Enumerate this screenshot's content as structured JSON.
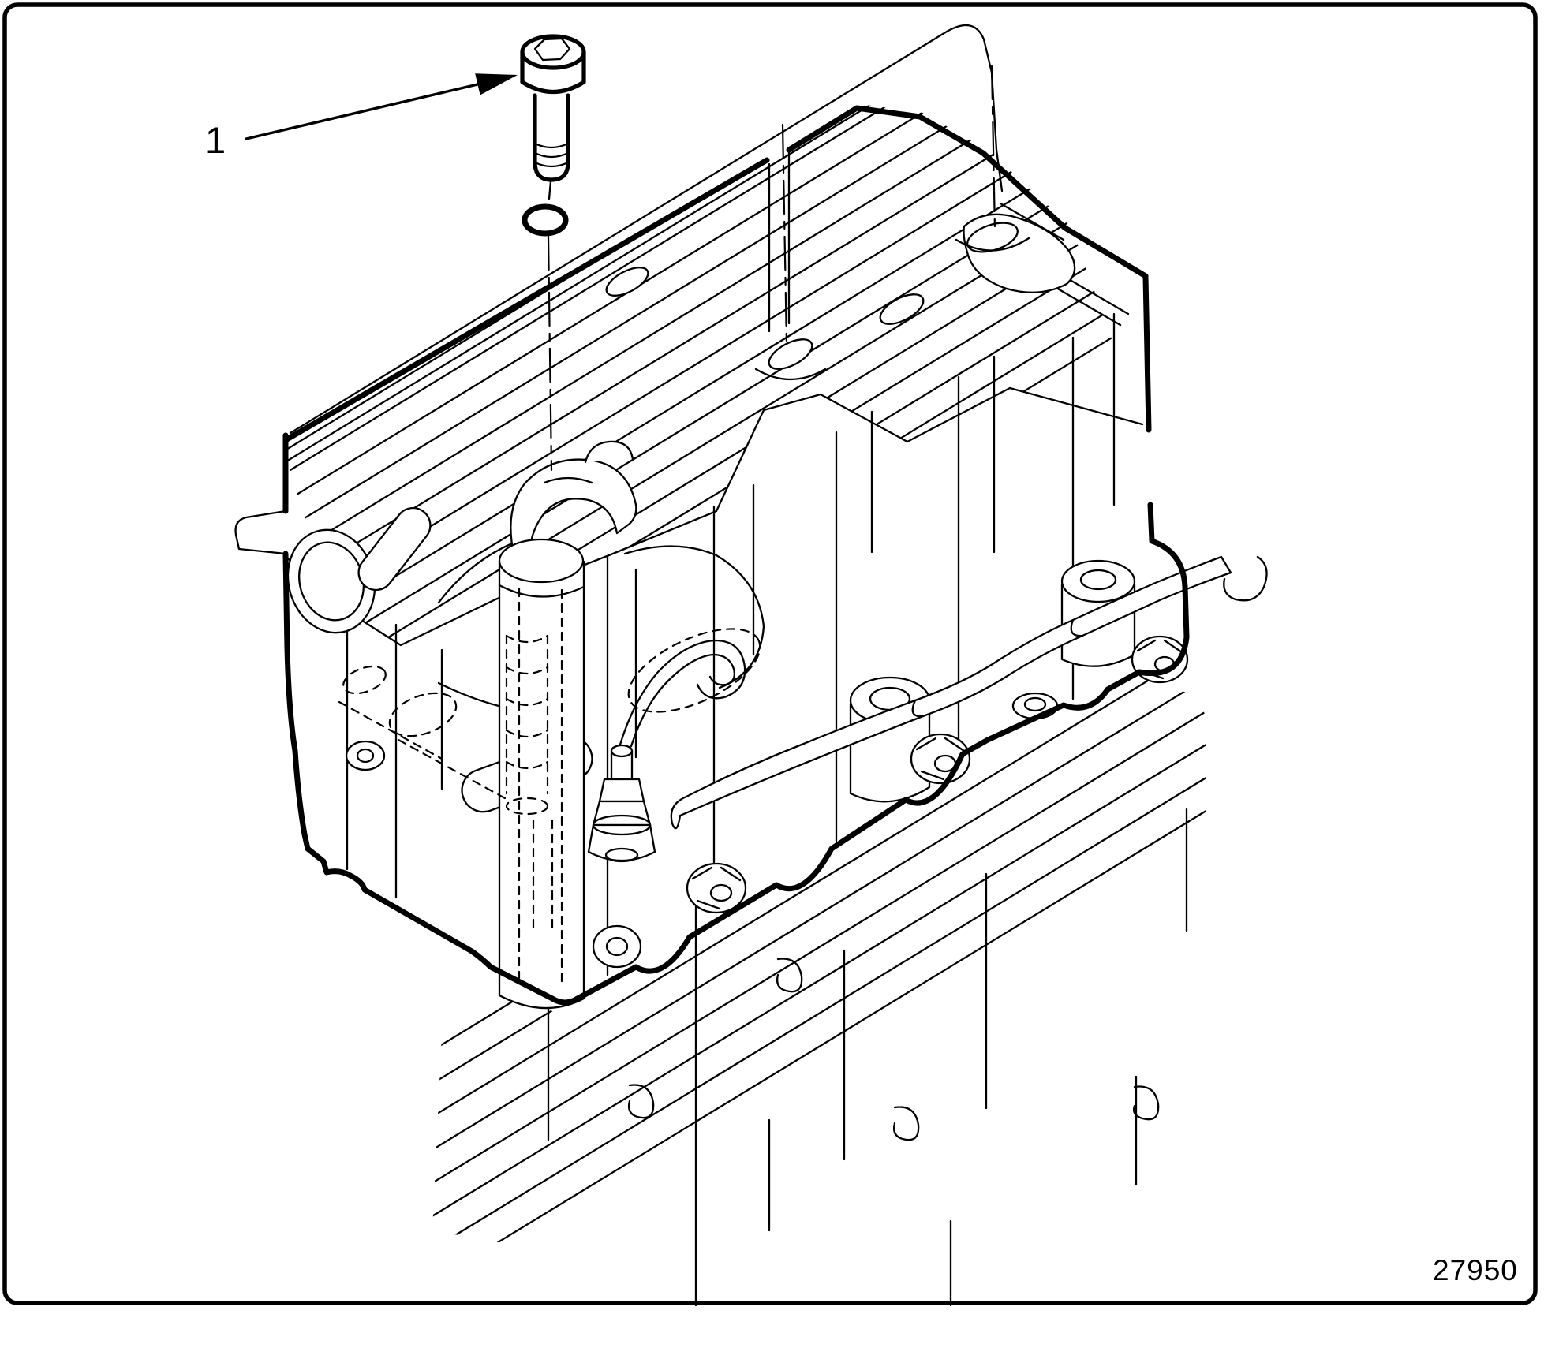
{
  "figure": {
    "type": "exploded-parts-line-drawing",
    "background_color": "#ffffff",
    "line_color": "#000000",
    "callout": {
      "label": "1"
    },
    "figure_number": "27950",
    "parts": [
      {
        "name": "socket-head-bolt-icon"
      },
      {
        "name": "o-ring-icon"
      },
      {
        "name": "cylinder-head-engine-line-art-icon"
      }
    ]
  }
}
